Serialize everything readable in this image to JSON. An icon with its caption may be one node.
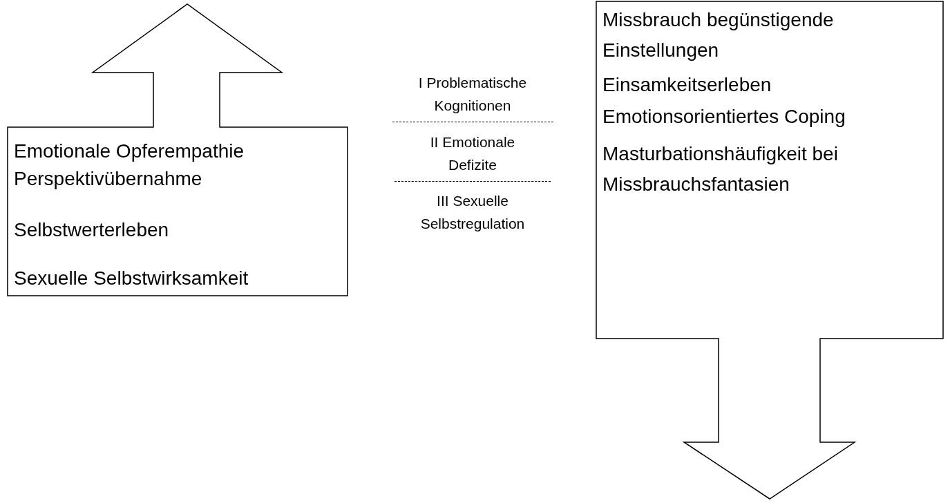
{
  "diagram": {
    "nodes": [
      {
        "text": [
          "Emotionale Opferempathie",
          "Perspektivübernahme",
          "Selbstwerterleben",
          "Sexuelle Selbstwirksamkeit"
        ]
      },
      {
        "text": [
          "Missbrauch begünstigende Einstellungen",
          "Einsamkeitserleben",
          "Emotionsorientiertes Coping",
          "Masturbationshäufigkeit bei Missbrauchsfantasien"
        ]
      }
    ],
    "labels": [
      "I Problematische Kognitionen",
      "II Emotionale Defizite",
      "III Sexuelle Selbstregulation"
    ]
  }
}
